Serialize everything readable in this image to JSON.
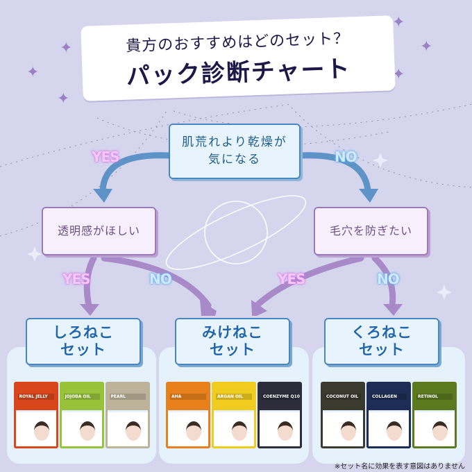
{
  "header": {
    "subtitle": "貴方のおすすめはどのセット？",
    "title": "パック診断チャート"
  },
  "questions": {
    "q1": {
      "line1": "肌荒れより乾燥が",
      "line2": "気になる"
    },
    "q2_left": "透明感がほしい",
    "q2_right": "毛穴を防ぎたい"
  },
  "answers": {
    "yes": "YES",
    "no": "NO"
  },
  "results": [
    {
      "line1": "しろねこ",
      "line2": "セット",
      "packs": [
        {
          "name": "ROYAL JELLY",
          "color": "#d9461c"
        },
        {
          "name": "JOJOBA OIL",
          "color": "#97c23a"
        },
        {
          "name": "PEARL",
          "color": "#bcb39a"
        }
      ]
    },
    {
      "line1": "みけねこ",
      "line2": "セット",
      "packs": [
        {
          "name": "AHA",
          "color": "#e8801c"
        },
        {
          "name": "ARGAN OIL",
          "color": "#f0cc1e"
        },
        {
          "name": "COENZYME Q10",
          "color": "#2c2c3a"
        }
      ]
    },
    {
      "line1": "くろねこ",
      "line2": "セット",
      "packs": [
        {
          "name": "COCONUT OIL",
          "color": "#3b3a2f"
        },
        {
          "name": "COLLAGEN",
          "color": "#1d2d55"
        },
        {
          "name": "RETINOL",
          "color": "#5b7a1f"
        }
      ]
    }
  ],
  "footnote": "※セット名に効果を表す意図はありません",
  "colors": {
    "background": "#d5d6ee",
    "blue": "#4a86bd",
    "purple": "#9c7ab9"
  }
}
